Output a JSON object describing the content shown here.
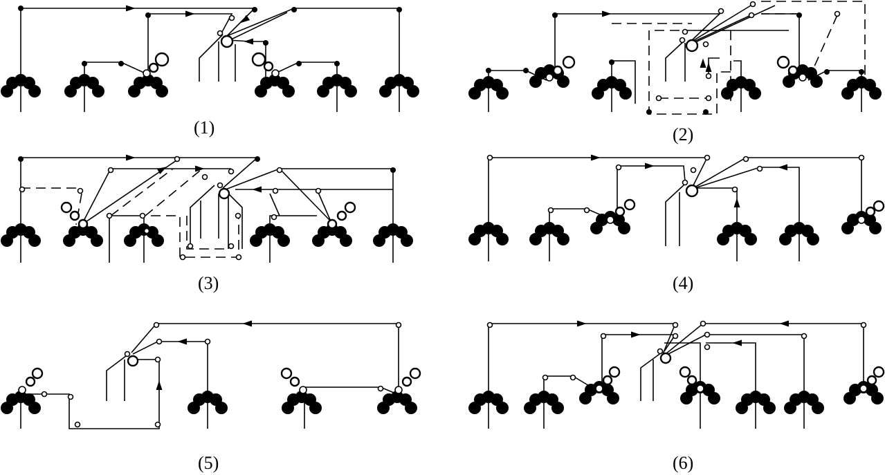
{
  "panels": [
    {
      "label": "(1)"
    },
    {
      "label": "(2)"
    },
    {
      "label": "(3)"
    },
    {
      "label": "(4)"
    },
    {
      "label": "(5)"
    },
    {
      "label": "(6)"
    }
  ]
}
